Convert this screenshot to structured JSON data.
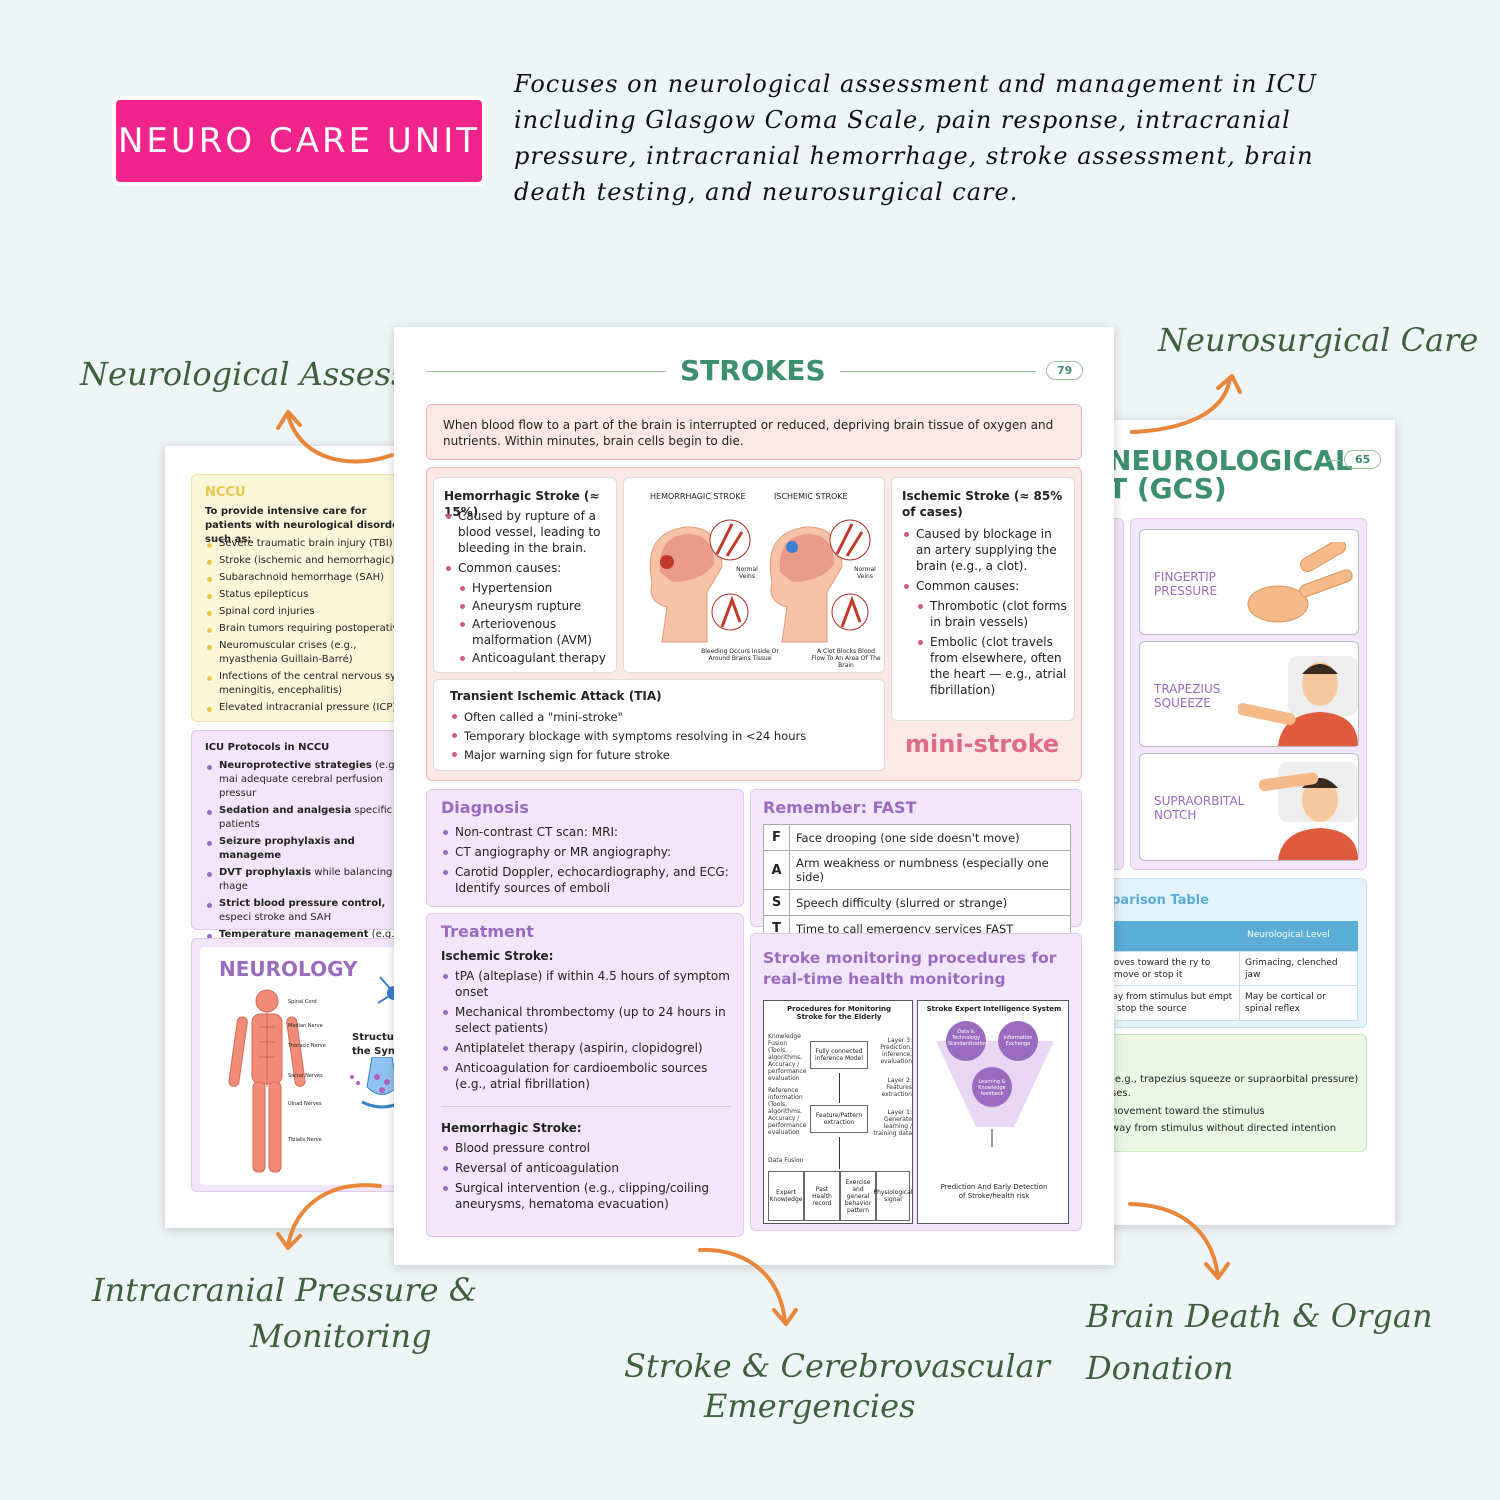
{
  "header": {
    "badge": "NEURO CARE UNIT",
    "intro": "Focuses on neurological assessment and management in ICU including Glasgow Coma Scale, pain response, intracranial pressure, intracranial hemorrhage, stroke assessment, brain death testing, and neurosurgical care."
  },
  "labels": {
    "neuro_assessment": "Neurological Assessment",
    "neurosurgical": "Neurosurgical Care",
    "icp_1": "Intracranial Pressure &",
    "icp_2": "Monitoring",
    "stroke_1": "Stroke & Cerebrovascular",
    "stroke_2": "Emergencies",
    "brain_death_1": "Brain Death & Organ",
    "brain_death_2": "Donation"
  },
  "left_page": {
    "nccu_title": "NCCU",
    "nccu_intro": "To provide intensive care for patients with neurological disorders such as:",
    "nccu_items": [
      "Severe traumatic brain injury (TBI)",
      "Stroke (ischemic and hemorrhagic)",
      "Subarachnoid hemorrhage (SAH)",
      "Status epilepticus",
      "Spinal cord injuries",
      "Brain tumors requiring postoperative",
      "Neuromuscular crises (e.g., myasthenia Guillain-Barré)",
      "Infections of the central nervous syst meningitis, encephalitis)",
      "Elevated intracranial pressure (ICP)"
    ],
    "protocols_title": "ICU Protocols in NCCU",
    "protocols": [
      {
        "bold": "Neuroprotective strategies",
        "rest": " (e.g., mai adequate cerebral perfusion pressur"
      },
      {
        "bold": "Sedation and analgesia",
        "rest": " specific to n patients"
      },
      {
        "bold": "Seizure prophylaxis and manageme",
        "rest": ""
      },
      {
        "bold": "DVT prophylaxis",
        "rest": " while balancing risk rhage"
      },
      {
        "bold": "Strict blood pressure control,",
        "rest": " especi stroke and SAH"
      },
      {
        "bold": "Temperature management",
        "rest": " (e.g., tar temperature therapy)"
      }
    ],
    "neurology_title": "NEUROLOGY",
    "synapse_label": "Structure of the Synapse",
    "nerve_labels": [
      "Spinal Cord",
      "Median Nerve",
      "Thoracic Nerve",
      "Sacral Nerves",
      "Ulnad Nerves",
      "Tibialis Nerve"
    ]
  },
  "main_page": {
    "title": "STROKES",
    "page_number": "79",
    "definition": "When blood flow to a part of the brain is interrupted or reduced, depriving brain tissue of oxygen and nutrients. Within minutes, brain cells begin to die.",
    "hemorrhagic": {
      "title": "Hemorrhagic Stroke (≈ 15%)",
      "items": [
        "Caused by rupture of a blood vessel, leading to bleeding in the brain.",
        "Common causes:"
      ],
      "causes": [
        "Hypertension",
        "Aneurysm rupture",
        "Arteriovenous malformation (AVM)",
        "Anticoagulant therapy"
      ]
    },
    "illustration": {
      "label_left": "HEMORRHAGIC STROKE",
      "label_right": "ISCHEMIC STROKE",
      "normal_veins": "Normal Veins",
      "caption_left": "Bleeding Occurs Inside Or Around Brains Tissue",
      "caption_right": "A Clot Blocks Blood Flow To An Area Of The Brain"
    },
    "ischemic": {
      "title": "Ischemic Stroke (≈ 85% of cases)",
      "items": [
        "Caused by blockage in an artery supplying the brain (e.g., a clot).",
        "Common causes:"
      ],
      "causes": [
        "Thrombotic (clot forms in brain vessels)",
        "Embolic (clot travels from elsewhere, often the heart — e.g., atrial fibrillation)"
      ]
    },
    "tia": {
      "title": "Transient Ischemic Attack (TIA)",
      "items": [
        "Often called a \"mini-stroke\"",
        "Temporary blockage with symptoms resolving in <24 hours",
        "Major warning sign for future stroke"
      ]
    },
    "mini_stroke": "mini-stroke",
    "diagnosis": {
      "title": "Diagnosis",
      "items": [
        "Non-contrast CT scan: MRI:",
        "CT angiography or MR angiography:",
        "Carotid Doppler, echocardiography, and ECG: Identify sources of emboli"
      ]
    },
    "fast": {
      "title": "Remember: FAST",
      "rows": [
        {
          "k": "F",
          "v": "Face drooping (one side doesn't move)"
        },
        {
          "k": "A",
          "v": "Arm weakness or numbness (especially one side)"
        },
        {
          "k": "S",
          "v": "Speech difficulty (slurred or strange)"
        },
        {
          "k": "T",
          "v": "Time to call emergency services FAST"
        }
      ]
    },
    "treatment": {
      "title": "Treatment",
      "ischemic_title": "Ischemic Stroke:",
      "ischemic_items": [
        "tPA (alteplase) if within 4.5 hours of symptom onset",
        "Mechanical thrombectomy (up to 24 hours in select patients)",
        "Antiplatelet therapy (aspirin, clopidogrel)",
        "Anticoagulation for cardioembolic sources (e.g., atrial fibrillation)"
      ],
      "hemorrhagic_title": "Hemorrhagic Stroke:",
      "hemorrhagic_items": [
        "Blood pressure control",
        "Reversal of anticoagulation",
        "Surgical intervention (e.g., clipping/coiling aneurysms, hematoma evacuation)"
      ]
    },
    "monitoring": {
      "title": "Stroke monitoring procedures for real-time health monitoring",
      "left_title": "Procedures for Monitoring Stroke for the Elderly",
      "right_title": "Stroke Expert Intelligence System",
      "fully_connected": "Fully connected inference Model",
      "feature": "Feature/Pattern extraction",
      "knowledge": "Knowledge Fusion (Tools, algorithms, Accuracy / performance evaluation",
      "reference": "Reference information (Tools, algorithms, Accuracy / performance evaluation",
      "data_fusion": "Data Fusion",
      "layer3": "Layer 3: Prediction, inference, evaluation",
      "layer2": "Layer 2: Features extraction",
      "layer1": "Layer 1: Generate learning / training data",
      "bottom": [
        "Expert Knowledge",
        "Past Health record",
        "Exercise and general behavior pattern",
        "Physiological signal"
      ],
      "circle1": "Data & Technology Standardization",
      "circle2": "Information Exchange",
      "circle3": "Learning & Knowledge feedback",
      "prediction": "Prediction And Early Detection of Stroke/health risk"
    }
  },
  "right_page": {
    "title_1": "NEUROLOGICAL",
    "title_2": "T (GCS)",
    "page_number": "65",
    "stimuli": [
      "FINGERTIP PRESSURE",
      "TRAPEZIUS SQUEEZE",
      "SUPRAORBITAL NOTCH"
    ],
    "comparison_title": "parison Table",
    "col_header": "Neurological Level",
    "rows": [
      {
        "left": "moves toward the ry to remove or stop it",
        "right": "Grimacing, clenched jaw"
      },
      {
        "left": "way from stimulus but empt to stop the source",
        "right": "May be cortical or spinal reflex"
      }
    ],
    "green_lines": [
      "(e.g., trapezius squeeze or supraorbital pressure) ses.",
      "novement toward the stimulus",
      "way from stimulus without directed intention"
    ]
  },
  "colors": {
    "badge": "#f0248b",
    "accent_green": "#3e8f6d",
    "purple": "#9b6bbf",
    "orange_arrow": "#e8863a"
  }
}
